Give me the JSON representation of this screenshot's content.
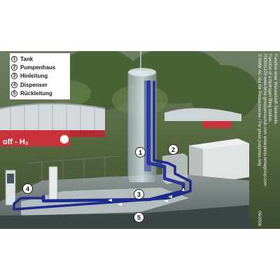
{
  "legend": {
    "items": [
      {
        "num": "1",
        "label": "Tank"
      },
      {
        "num": "2",
        "label": "Pumpenhaus"
      },
      {
        "num": "3",
        "label": "Hinleitung"
      },
      {
        "num": "4",
        "label": "Dispenser"
      },
      {
        "num": "5",
        "label": "Rückleitung"
      }
    ]
  },
  "markers": [
    "1",
    "2",
    "3",
    "4",
    "5"
  ],
  "banner": {
    "text": "off - H₂"
  },
  "caption": {
    "line1": "Funktion einer Wasserstoff-Tankstelle.",
    "line2": "Function of a hydrogen filling station.",
    "line3": "P90031229    www.bmw-grouppressclub.com www.press.bmwgroup.com",
    "copyright": "© BMW AG",
    "notice": "Nur für Pressezwecke / For press purposes only",
    "date": "09/2006"
  },
  "colors": {
    "pipe": "#1e2a8c",
    "pipe_highlight": "#3a4fd0",
    "canopy_red": "#c8323a",
    "foliage": "#3f5a2c"
  }
}
